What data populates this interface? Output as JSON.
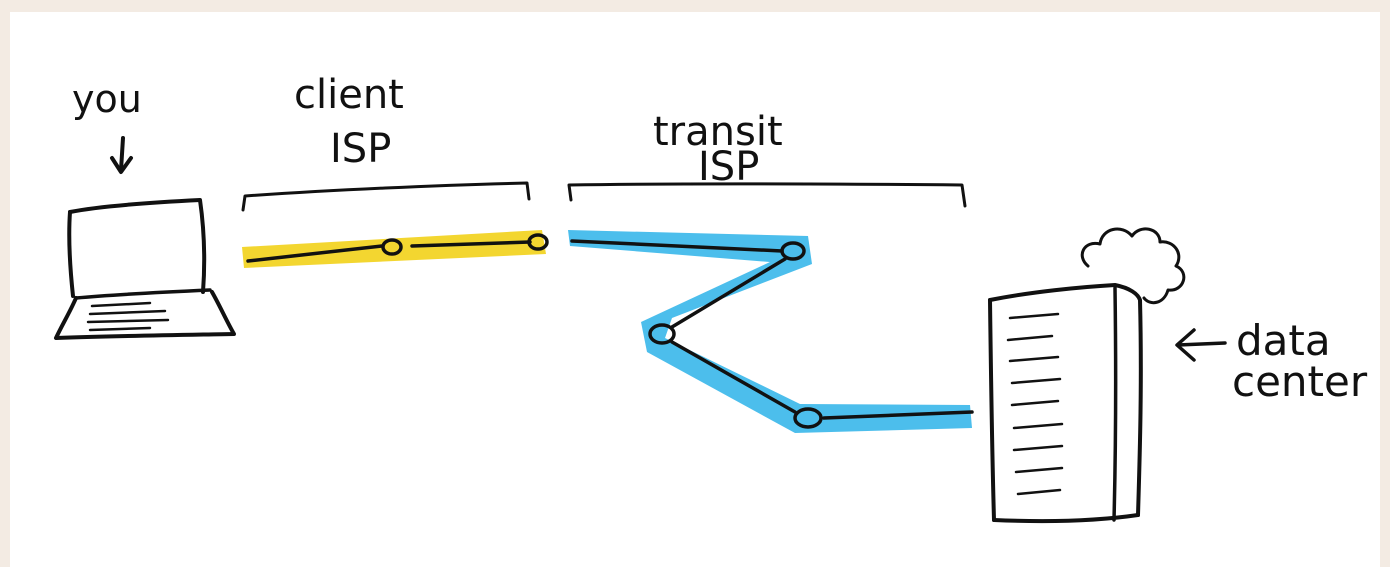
{
  "labels": {
    "you": "you",
    "client_isp": [
      "client",
      "ISP"
    ],
    "transit_isp": [
      "transit",
      "ISP"
    ],
    "data_center": [
      "data",
      "center"
    ]
  },
  "colors": {
    "background": "#f3ebe3",
    "paper": "#ffffff",
    "ink": "#111111",
    "client_isp_highlight": "#f2d21a",
    "transit_isp_highlight": "#3db8ea"
  },
  "icons": {
    "you_arrow": "down-arrow-icon",
    "data_center_arrow": "left-arrow-icon",
    "device": "laptop-icon",
    "server": "server-tower-icon",
    "cloud": "cloud-icon"
  }
}
